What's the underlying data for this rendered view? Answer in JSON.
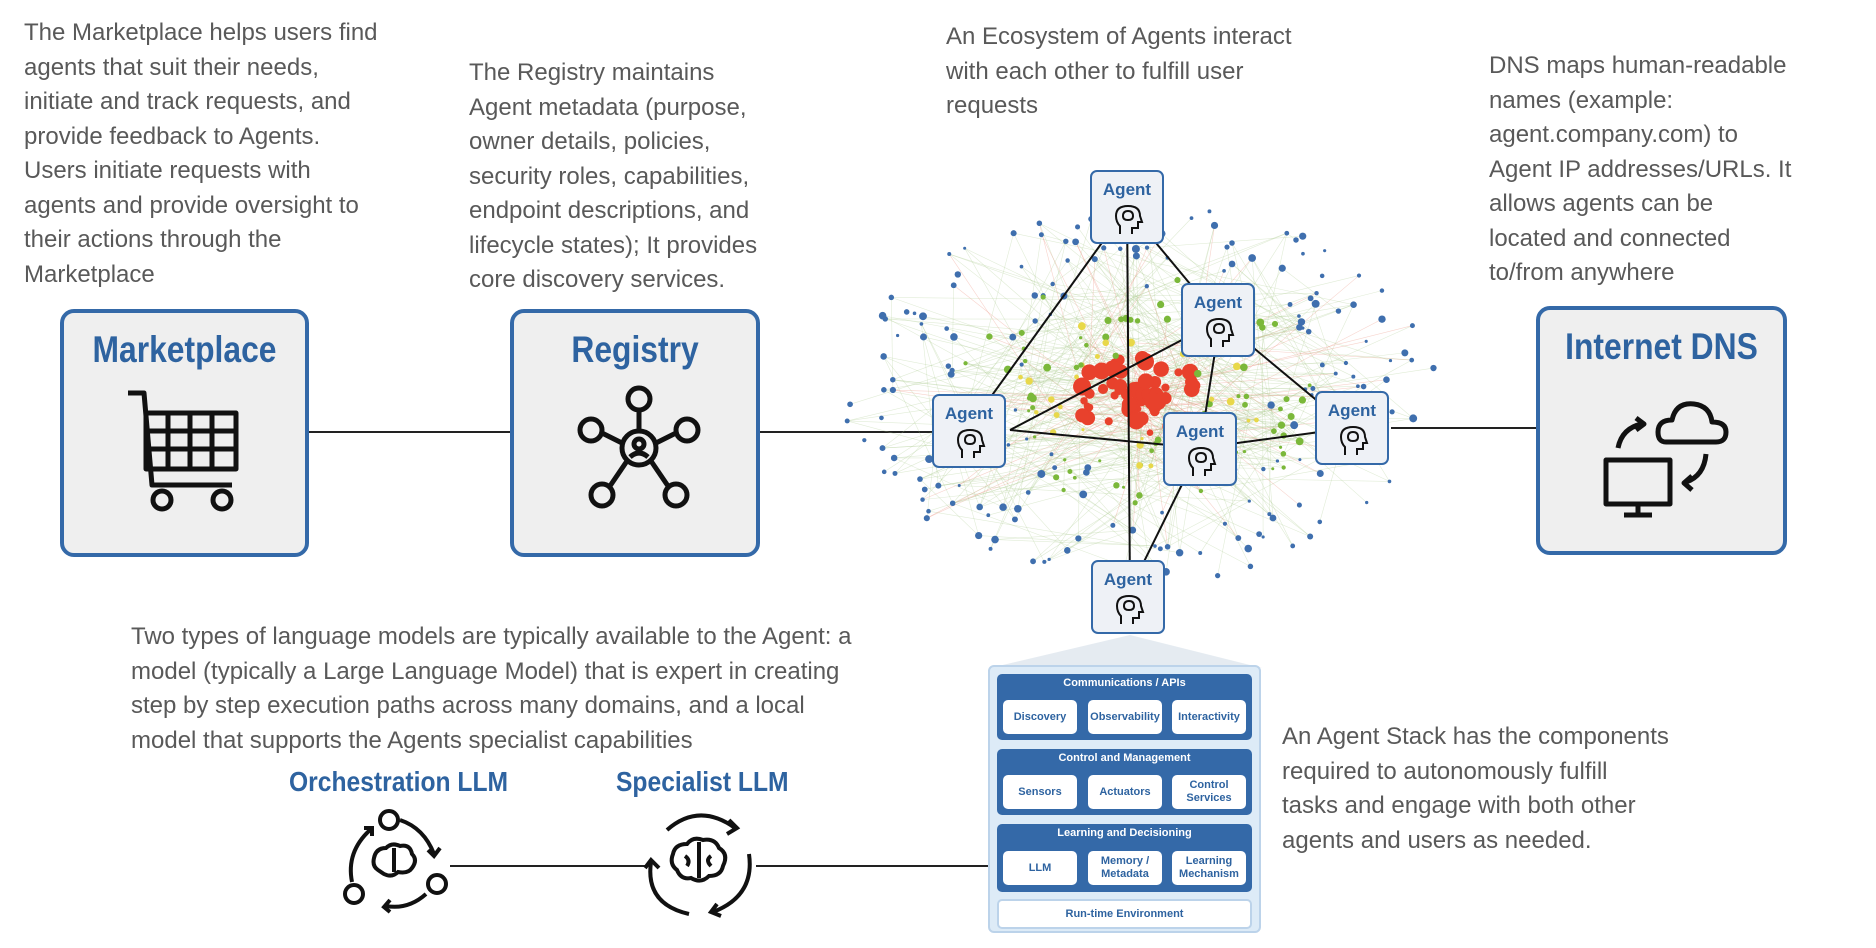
{
  "descriptions": {
    "marketplace": "The Marketplace helps users find\nagents that suit their needs,\ninitiate and track requests, and\nprovide feedback to Agents.\nUsers initiate requests with\nagents and provide oversight to\ntheir actions through the\nMarketplace",
    "registry": "The Registry maintains\nAgent metadata (purpose,\nowner details, policies,\nsecurity roles, capabilities,\nendpoint descriptions, and\nlifecycle states);  It provides\ncore discovery services.",
    "ecosystem": "An Ecosystem of Agents interact\nwith each other to fulfill user\nrequests",
    "dns": "DNS maps human-readable\nnames (example:\nagent.company.com) to\nAgent IP addresses/URLs. It\nallows agents can be\nlocated and connected\nto/from anywhere",
    "llm": "Two types of language models are typically available to the Agent: a\nmodel (typically a Large Language Model) that is expert in creating\nstep by step execution paths across many domains, and a local\nmodel that supports the Agents specialist capabilities",
    "stack": "An Agent Stack has the components\nrequired to autonomously fulfill\ntasks and engage with both other\nagents and users as needed."
  },
  "boxes": {
    "marketplace": {
      "title": "Marketplace",
      "icon": "shopping-cart-icon"
    },
    "registry": {
      "title": "Registry",
      "icon": "network-hub-icon"
    },
    "dns": {
      "title": "Internet DNS",
      "icon": "cloud-computer-sync-icon"
    }
  },
  "agent_label": "Agent",
  "agent_icon": "brain-head-icon",
  "llms": {
    "orchestration": {
      "title": "Orchestration LLM",
      "icon": "brain-cycle-icon"
    },
    "specialist": {
      "title": "Specialist LLM",
      "icon": "brain-refresh-icon"
    }
  },
  "agent_stack": {
    "layers": [
      {
        "title": "Communications / APIs",
        "components": [
          "Discovery",
          "Observability",
          "Interactivity"
        ]
      },
      {
        "title": "Control and Management",
        "components": [
          "Sensors",
          "Actuators",
          "Control\nServices"
        ]
      },
      {
        "title": "Learning and Decisioning",
        "components": [
          "LLM",
          "Memory /\nMetadata",
          "Learning\nMechanism"
        ]
      }
    ],
    "runtime": "Run-time Environment"
  },
  "colors": {
    "accent": "#3469a8",
    "box_fill": "#efefef",
    "text": "#595959",
    "network_red": "#e8412c",
    "network_green": "#7bb83a",
    "network_yellow": "#e8d84a",
    "network_blue": "#3f6fae"
  }
}
